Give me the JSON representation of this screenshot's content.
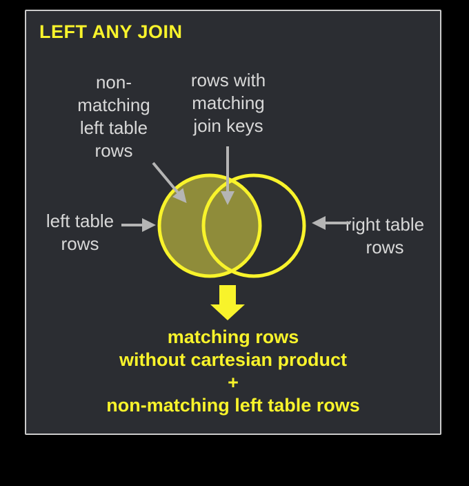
{
  "title": "LEFT ANY JOIN",
  "labels": {
    "non_matching_left": "non-\nmatching\nleft table\nrows",
    "rows_with_matching": "rows with\nmatching\njoin keys",
    "left_table": "left table\nrows",
    "right_table": "right table\nrows"
  },
  "result": {
    "line1": "matching rows",
    "line2": "without cartesian product",
    "line3": "+",
    "line4": "non-matching left table rows"
  },
  "icons": {
    "result_arrow": "thick-down-arrow",
    "pointer_arrows": "gray-pointer-arrow"
  },
  "colors": {
    "background": "#000000",
    "panel": "#2b2d32",
    "panel_border": "#cccccc",
    "yellow": "#f8f32b",
    "venn_fill": "#8f8c3a",
    "label": "#d8d8d8",
    "arrow": "#b5b5b5"
  }
}
